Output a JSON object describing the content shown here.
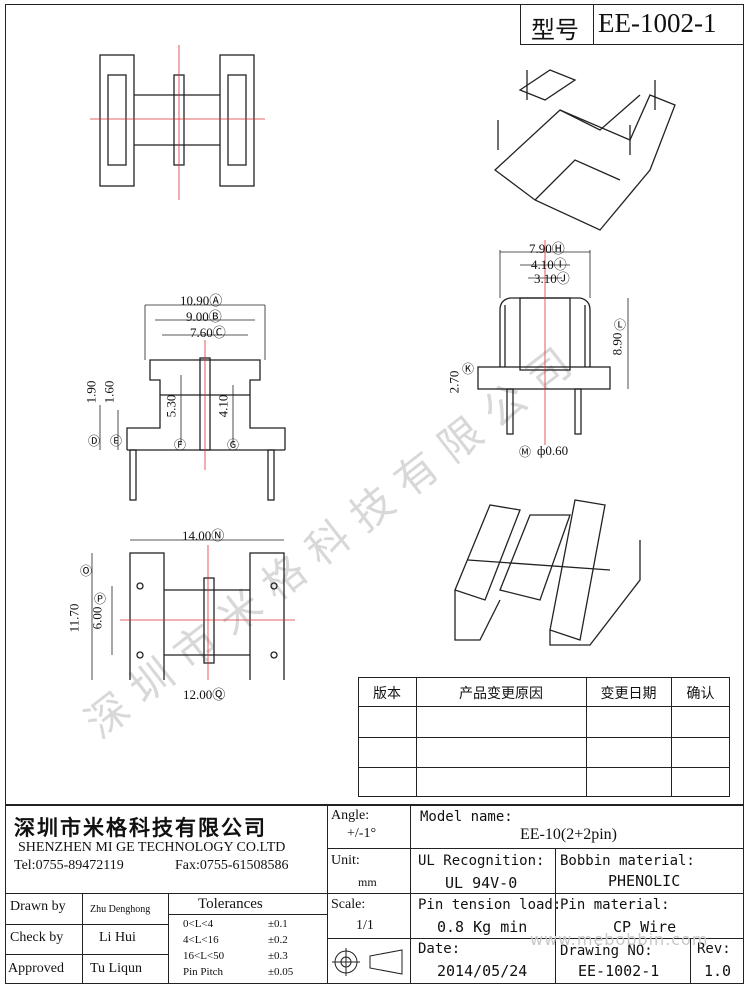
{
  "title_block": {
    "type_label": "型号",
    "type_value": "EE-1002-1"
  },
  "dimensions": {
    "d_a": "10.90Ⓐ",
    "d_b": "9.00Ⓑ",
    "d_c": "7.60Ⓒ",
    "d_d": "1.90",
    "d_e": "1.60",
    "d_f": "5.30",
    "d_g": "4.10",
    "d_h": "7.90Ⓗ",
    "d_i": "4.10Ⓘ",
    "d_j": "3.10Ⓙ",
    "d_l": "8.90",
    "d_k": "2.70",
    "d_m": "ф0.60",
    "d_n": "14.00Ⓝ",
    "d_p": "6.00",
    "d_o": "11.70",
    "d_q": "12.00Ⓠ",
    "c_d": "Ⓓ",
    "c_e": "Ⓔ",
    "c_f": "Ⓕ",
    "c_g": "Ⓖ",
    "c_l": "Ⓛ",
    "c_k": "Ⓚ",
    "c_m": "Ⓜ",
    "c_p": "Ⓟ",
    "c_o": "Ⓞ"
  },
  "revision_table": {
    "headers": [
      "版本",
      "产品变更原因",
      "变更日期",
      "确认"
    ],
    "rows": [
      [
        "",
        "",
        "",
        ""
      ],
      [
        "",
        "",
        "",
        ""
      ],
      [
        "",
        "",
        "",
        ""
      ]
    ]
  },
  "company": {
    "name_cn": "深圳市米格科技有限公司",
    "name_en": "SHENZHEN  MI GE TECHNOLOGY  CO.LTD",
    "tel": "Tel:0755-89472119",
    "fax": "Fax:0755-61508586"
  },
  "watermark": {
    "text": "深圳市米格科技有限公司",
    "url": "www.mebobbin.com"
  },
  "people": {
    "drawn_by_label": "Drawn by",
    "drawn_by": "Zhu Denghong",
    "check_by_label": "Check by",
    "check_by": "Li Hui",
    "approved_label": "Approved",
    "approved": "Tu Liqun"
  },
  "tolerances": {
    "title": "Tolerances",
    "rows": [
      {
        "range": "0<L<4",
        "tol": "±0.1"
      },
      {
        "range": "4<L<16",
        "tol": "±0.2"
      },
      {
        "range": "16<L<50",
        "tol": "±0.3"
      },
      {
        "range": "Pin Pitch",
        "tol": "±0.05"
      }
    ]
  },
  "specs": {
    "angle_label": "Angle:",
    "angle": "+/-1°",
    "unit_label": "Unit:",
    "unit": "mm",
    "scale_label": "Scale:",
    "scale": "1/1",
    "model_label": "Model name:",
    "model": "EE-10(2+2pin)",
    "ul_label": "UL Recognition:",
    "ul": "UL 94V-0",
    "bobbin_label": "Bobbin material:",
    "bobbin": "PHENOLIC",
    "pin_tension_label": "Pin tension load:",
    "pin_tension": "0.8 Kg min",
    "pin_material_label": "Pin material:",
    "pin_material": "CP Wire",
    "date_label": "Date:",
    "date": "2014/05/24",
    "drawing_no_label": "Drawing NO:",
    "drawing_no": "EE-1002-1",
    "rev_label": "Rev:",
    "rev": "1.0"
  }
}
